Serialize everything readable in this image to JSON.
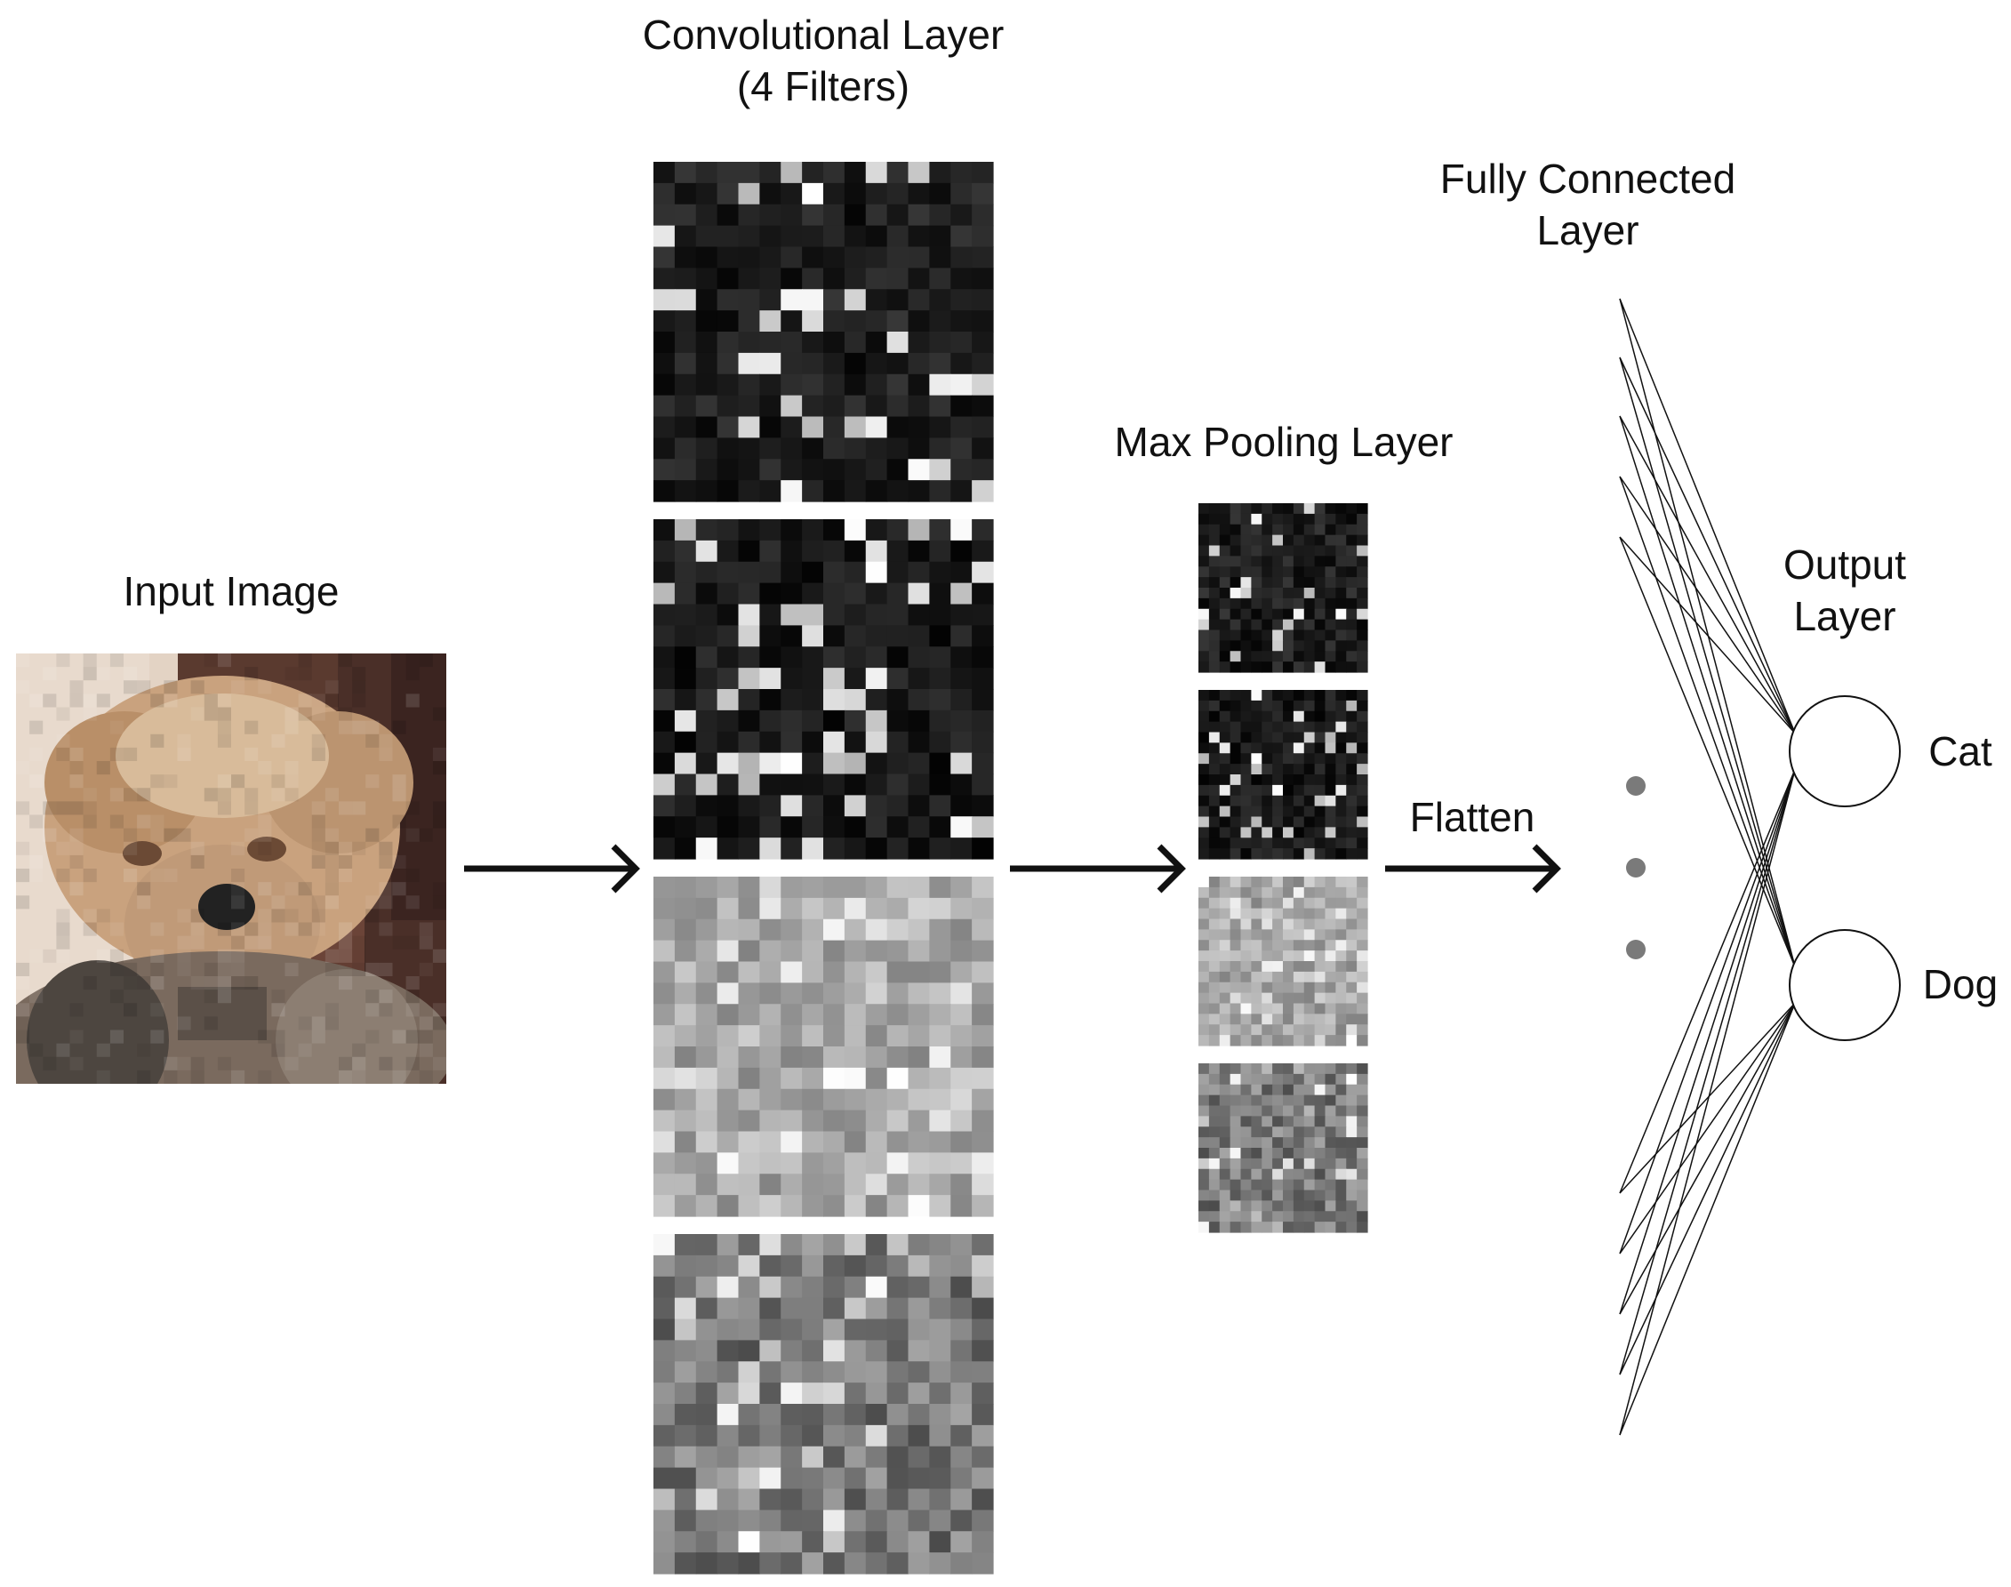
{
  "labels": {
    "input_image": "Input Image",
    "conv_layer_line1": "Convolutional Layer",
    "conv_layer_line2": "(4 Filters)",
    "max_pooling": "Max Pooling Layer",
    "fully_connected_line1": "Fully Connected",
    "fully_connected_line2": "Layer",
    "output_layer_line1": "Output",
    "output_layer_line2": "Layer",
    "flatten": "Flatten",
    "class_cat": "Cat",
    "class_dog": "Dog"
  },
  "colors": {
    "ink": "#111111",
    "ellipsis_dot": "#7a7a7a",
    "photo_fur": "#c9a27e",
    "photo_background_left": "#e6d8cc",
    "photo_background_right": "#4a2e26"
  },
  "feature_maps": {
    "conv_filter_count": 4,
    "pool_map_count": 4,
    "grid_size": 16
  }
}
